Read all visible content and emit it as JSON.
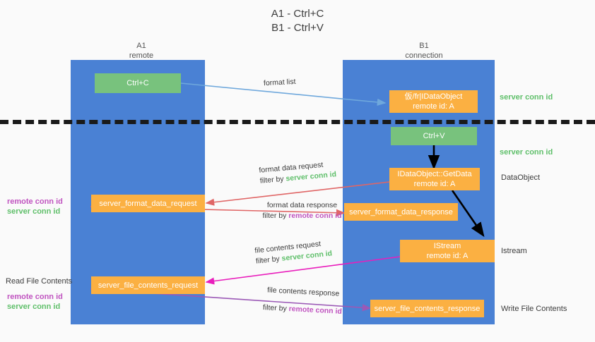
{
  "title": {
    "line1": "A1 - Ctrl+C",
    "line2": "B1 - Ctrl+V"
  },
  "columns": [
    {
      "name": "A1",
      "sub": "remote"
    },
    {
      "name": "B1",
      "sub": "connection"
    }
  ],
  "colors": {
    "lane": "#4a81d4",
    "green_box": "#78c27d",
    "orange_box": "#fbb042",
    "server_conn": "#5fbf6a",
    "remote_conn": "#c054c0",
    "arrow_blue": "#6fa8dc",
    "arrow_red": "#e06666",
    "arrow_magenta": "#e91ebc",
    "arrow_purple": "#9b59b6",
    "arrow_black": "#000000",
    "dash_rule": "#1a1a1a"
  },
  "boxes": {
    "ctrl_c": "Ctrl+C",
    "ctrl_v": "Ctrl+V",
    "idataobject_title": "仮/fr|IDataObject",
    "idataobject_sub": "remote id: A",
    "getdata_title": "IDataObject::GetData",
    "getdata_sub": "remote id: A",
    "istream_title": "IStream",
    "istream_sub": "remote id: A",
    "server_format_data_request": "server_format_data_request",
    "server_format_data_response": "server_format_data_response",
    "server_file_contents_request": "server_file_contents_request",
    "server_file_contents_response": "server_file_contents_response"
  },
  "arrow_labels": {
    "format_list": "format list",
    "format_data_request": "format data request",
    "format_data_request_filter_prefix": "filter by ",
    "format_data_request_filter_value": "server conn id",
    "format_data_response": "format data response",
    "format_data_response_filter_prefix": "filter by ",
    "format_data_response_filter_value": "remote conn id",
    "file_contents_request": "file contents request",
    "file_contents_request_filter_prefix": "filter by ",
    "file_contents_request_filter_value": "server conn id",
    "file_contents_response": "file contents response",
    "file_contents_response_filter_prefix": "filter by ",
    "file_contents_response_filter_value": "remote conn id"
  },
  "right_labels": {
    "server_conn_top": "server conn id",
    "server_conn_mid": "server conn id",
    "dataobject": "DataObject",
    "istream": "Istream",
    "write_file_contents": "Write File Contents"
  },
  "left_labels": {
    "remote_conn_1": "remote conn id",
    "server_conn_1": "server conn id",
    "read_file_contents": "Read File Contents",
    "remote_conn_2": "remote conn id",
    "server_conn_2": "server conn id"
  }
}
